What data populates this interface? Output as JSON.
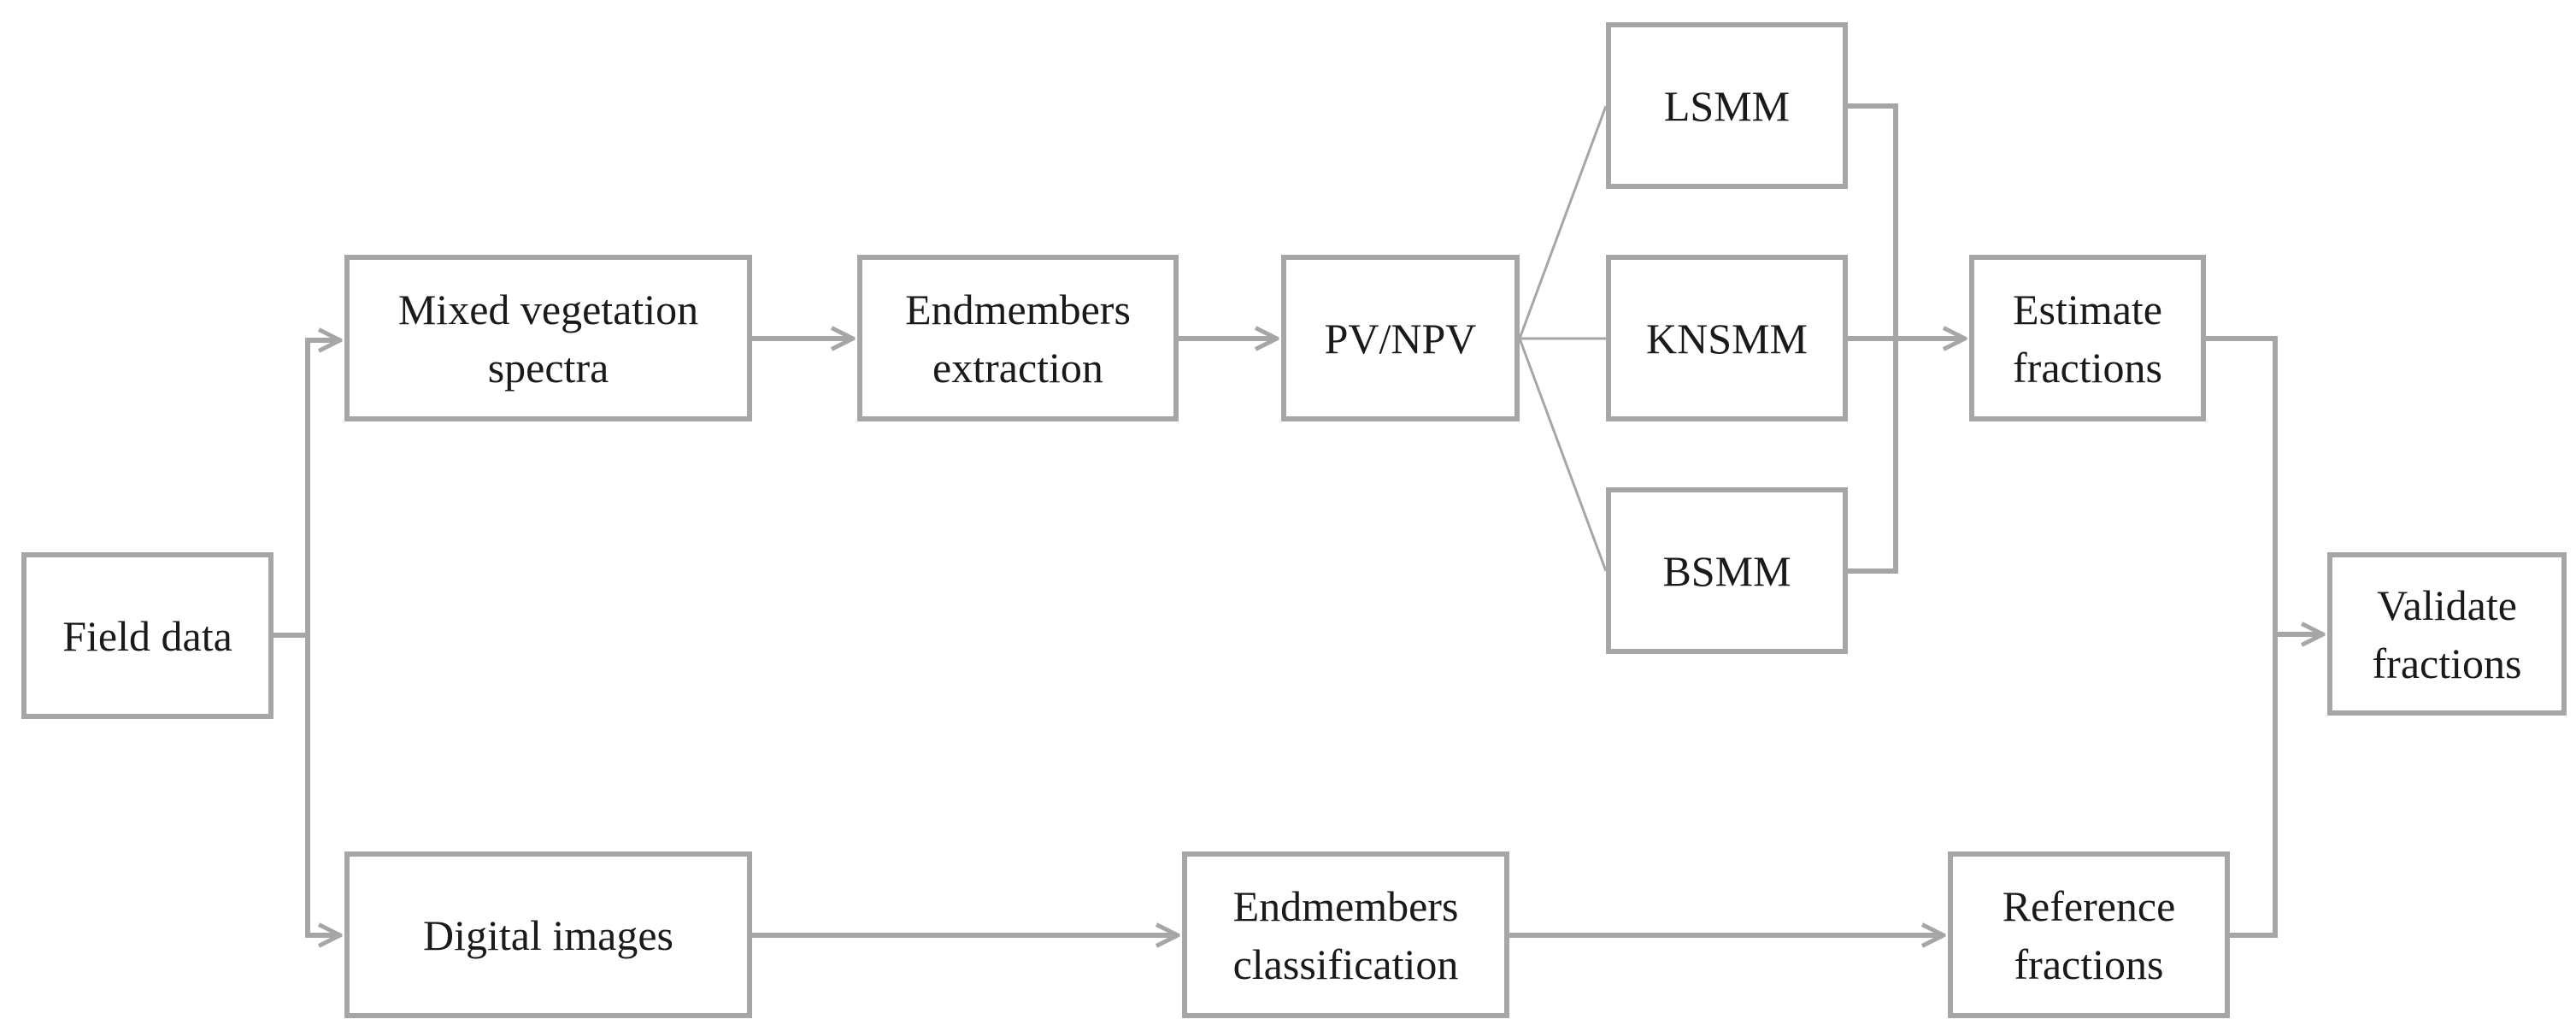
{
  "colors": {
    "line": "#a6a6a6",
    "text": "#1a1a1a",
    "background": "#ffffff"
  },
  "nodes": {
    "field_data": "Field data",
    "mixed_spectra": "Mixed vegetation\nspectra",
    "endmembers_extraction": "Endmembers\nextraction",
    "pv_npv": "PV/NPV",
    "lsmm": "LSMM",
    "knsmm": "KNSMM",
    "bsmm": "BSMM",
    "estimate_fractions": "Estimate\nfractions",
    "validate_fractions": "Validate\nfractions",
    "digital_images": "Digital images",
    "endmembers_classification": "Endmembers\nclassification",
    "reference_fractions": "Reference\nfractions"
  },
  "edges": [
    [
      "field_data",
      "mixed_spectra"
    ],
    [
      "field_data",
      "digital_images"
    ],
    [
      "mixed_spectra",
      "endmembers_extraction"
    ],
    [
      "endmembers_extraction",
      "pv_npv"
    ],
    [
      "pv_npv",
      "lsmm"
    ],
    [
      "pv_npv",
      "knsmm"
    ],
    [
      "pv_npv",
      "bsmm"
    ],
    [
      "lsmm",
      "estimate_fractions"
    ],
    [
      "knsmm",
      "estimate_fractions"
    ],
    [
      "bsmm",
      "estimate_fractions"
    ],
    [
      "estimate_fractions",
      "validate_fractions"
    ],
    [
      "digital_images",
      "endmembers_classification"
    ],
    [
      "endmembers_classification",
      "reference_fractions"
    ],
    [
      "reference_fractions",
      "validate_fractions"
    ]
  ]
}
